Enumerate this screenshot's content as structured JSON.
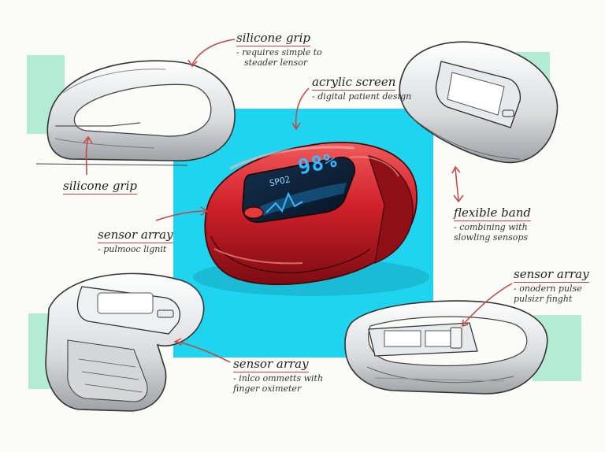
{
  "colors": {
    "accent_background": "#1fd4ee",
    "mint_marker": "#a6e8cf",
    "device_red": "#d0202a",
    "screen_text": "#35b9ff",
    "annotation_red": "#c8423f"
  },
  "device": {
    "screen_label": "SPO2",
    "screen_value": "98%"
  },
  "annotations": [
    {
      "id": "silicone-grip-top",
      "heading": "silicone grip",
      "lines": [
        "- requires simple to",
        "steader lensor"
      ]
    },
    {
      "id": "acrylic-screen",
      "heading": "acrylic screen",
      "lines": [
        "- digital patient design"
      ]
    },
    {
      "id": "silicone-grip-left",
      "heading": "silicone grip",
      "lines": []
    },
    {
      "id": "flexible-band",
      "heading": "flexible band",
      "lines": [
        "- combining with",
        "slowling sensops"
      ]
    },
    {
      "id": "sensor-array-left",
      "heading": "sensor array",
      "lines": [
        "- pulmooc lignit"
      ]
    },
    {
      "id": "sensor-array-right",
      "heading": "sensor array",
      "lines": [
        "- onodern pulse",
        "pulsizr finght"
      ]
    },
    {
      "id": "sensor-array-bottom",
      "heading": "sensor array",
      "lines": [
        "- inlco ommetts with",
        "finger oximeter"
      ]
    }
  ]
}
